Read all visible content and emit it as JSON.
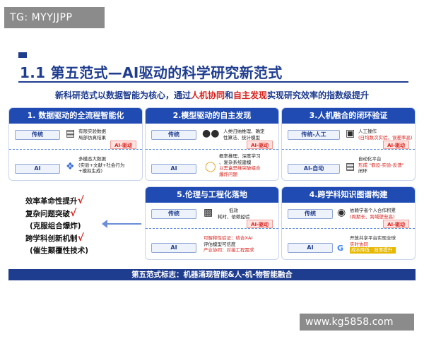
{
  "watermark_top": "TG: MYYJJPP",
  "watermark_bottom": "www.kg5858.com",
  "title": "1.1 第五范式—AI驱动的科学研究新范式",
  "subtitle": {
    "part1": "新科研范式以数据智能为核心，通过",
    "red1": "人机协同",
    "part2": "和",
    "red2": "自主发现",
    "part3": "实现研究效率的指数级提升"
  },
  "cards": [
    {
      "title": "1. 数据驱动的全流程智能化",
      "traditional_label": "传统",
      "traditional_text": [
        "有限实验数据",
        "局部仿真结果"
      ],
      "ai_tag": "AI-驱动",
      "ai_label": "AI",
      "ai_text": [
        "多模态大数据",
        "(实验+文献+社会行为",
        "+模拟生成)"
      ]
    },
    {
      "title": "2.模型驱动的自主发现",
      "traditional_label": "传统",
      "traditional_text": [
        "人类归纳推理、确定",
        "性算法、统计模型"
      ],
      "ai_tag": "AI-驱动",
      "ai_label": "AI",
      "ai_text": [
        "概率推理、深度学习",
        "、复杂系统建模",
        "以黑盒思维突破组合",
        "爆炸问题"
      ]
    },
    {
      "title": "3.人机融合的闭环验证",
      "traditional_label": "传统-人工",
      "traditional_text": [
        "人工操作",
        "(日均数次实验，误差率高)"
      ],
      "ai_tag": "AI-驱动",
      "ai_label": "AI-自动",
      "ai_text": [
        "自动化平台",
        "形成 \"假设-实验-反馈\"",
        "闭环"
      ]
    },
    {
      "title": "5.伦理与工程化落地",
      "traditional_label": "传统",
      "traditional_text": [
        "低效",
        "耗时、依赖经验"
      ],
      "ai_tag": "AI-驱动",
      "ai_label": "AI",
      "ai_text": [
        "可解释性验证：结合XAI",
        "评估模型可信度",
        "产业协同：对接工程需求"
      ]
    },
    {
      "title": "4.跨学科知识图谱构建",
      "traditional_label": "传统",
      "traditional_text": [
        "依赖学者个人合作积累",
        "(周期长、跨域壁垒高)"
      ],
      "ai_tag": "AI-驱动",
      "ai_label": "AI",
      "ai_text": [
        "开放共享平台实现全球",
        "实时协同",
        "成本降低 · 效率提升"
      ]
    }
  ],
  "left_list": [
    {
      "text": "效率革命性提升",
      "mark": "√"
    },
    {
      "text": "复杂问题突破",
      "mark": "√"
    },
    {
      "text": "(克服组合爆炸)",
      "mark": ""
    },
    {
      "text": "跨学科创新机制",
      "mark": "√"
    },
    {
      "text": "(催生颠覆性技术)",
      "mark": ""
    }
  ],
  "footer": "第五范式标志：机器涌现智能&人-机-物智能融合",
  "icons": [
    "database-icon",
    "people-icon",
    "cpu-icon",
    "bulb-icon",
    "document-icon",
    "camera-icon",
    "network-icon",
    "google-icon"
  ]
}
